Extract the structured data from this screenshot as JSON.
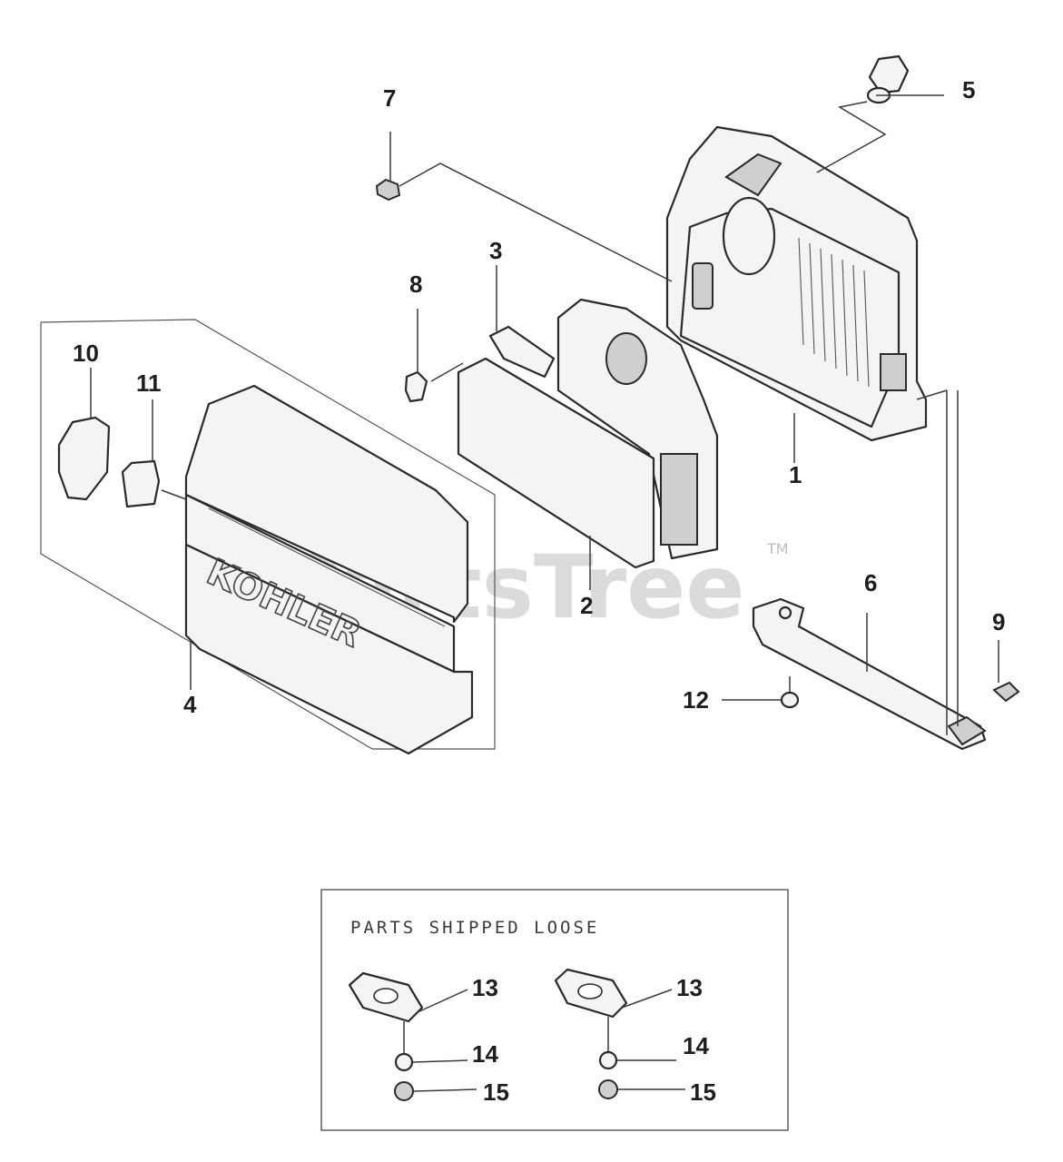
{
  "callouts": {
    "c1": "1",
    "c2": "2",
    "c3": "3",
    "c4": "4",
    "c5": "5",
    "c6": "6",
    "c7": "7",
    "c8": "8",
    "c9": "9",
    "c10": "10",
    "c11": "11",
    "c12": "12"
  },
  "loose": {
    "title": "PARTS SHIPPED LOOSE",
    "left": {
      "a": "13",
      "b": "14",
      "c": "15"
    },
    "right": {
      "a": "13",
      "b": "14",
      "c": "15"
    }
  },
  "watermark": {
    "text": "PartsTree",
    "tm": "TM"
  },
  "brand_on_cover": "KOHLER"
}
